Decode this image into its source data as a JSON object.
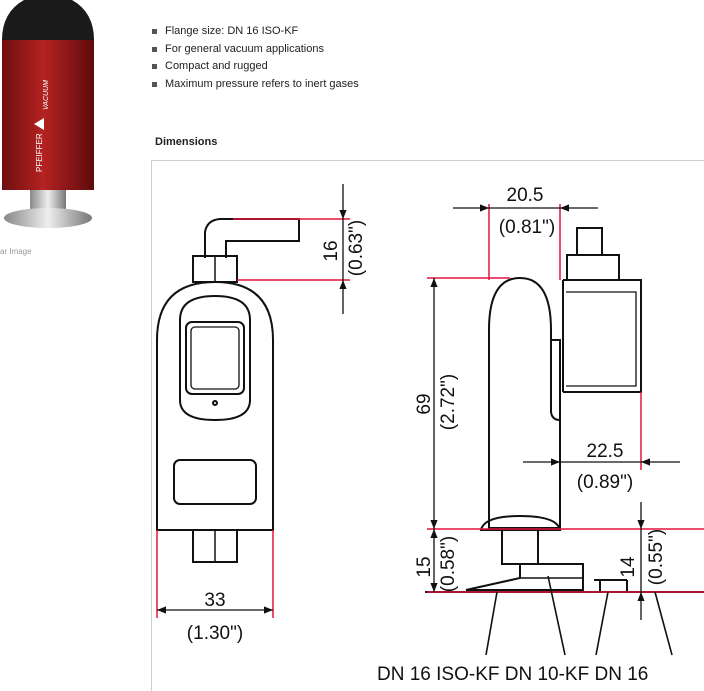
{
  "product": {
    "photo_caption": "ar Image",
    "brand_text": "PFEIFFER",
    "brand_text2": "VACUUM"
  },
  "features": [
    "Flange size: DN 16 ISO-KF",
    "For general vacuum applications",
    "Compact and rugged",
    "Maximum pressure refers to inert gases"
  ],
  "dimensions": {
    "section_title": "Dimensions",
    "d_20_5": "20.5",
    "d_20_5_in": "(0.81\")",
    "d_16": "16",
    "d_16_in": "(0.63\")",
    "d_69": "69",
    "d_69_in": "(2.72\")",
    "d_22_5": "22.5",
    "d_22_5_in": "(0.89\")",
    "d_33": "33",
    "d_33_in": "(1.30\")",
    "d_15": "15",
    "d_15_in": "(0.58\")",
    "d_14": "14",
    "d_14_in": "(0.55\")",
    "flange_labels": "DN 16 ISO-KF DN 10-KF DN 16"
  },
  "colors": {
    "dimension_line": "#e3143c",
    "product_body": "#a51c1c",
    "outline": "#111111"
  }
}
